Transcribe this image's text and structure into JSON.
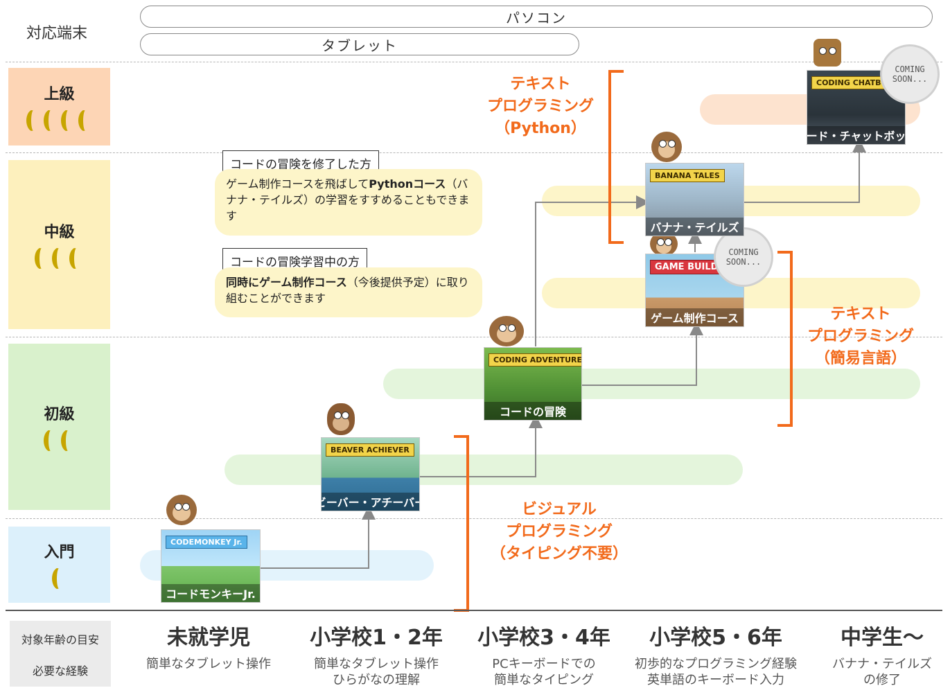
{
  "devices": {
    "label": "対応端末",
    "pc": "パソコン",
    "tablet": "タブレット"
  },
  "levels": {
    "advanced": {
      "name": "上級",
      "bananas": 4
    },
    "intermediate": {
      "name": "中級",
      "bananas": 3
    },
    "beginner": {
      "name": "初級",
      "bananas": 2
    },
    "intro": {
      "name": "入門",
      "bananas": 1
    }
  },
  "courses": {
    "monkey_jr": {
      "caption": "コードモンキーJr.",
      "logo_text": "CODEMONKEY Jr."
    },
    "beaver": {
      "caption": "ビーバー・アチーバー",
      "logo_text": "BEAVER ACHIEVER"
    },
    "adventure": {
      "caption": "コードの冒険",
      "logo_text": "CODING ADVENTURE"
    },
    "game_builder": {
      "caption": "ゲーム制作コース",
      "logo_text": "GAME BUILDER"
    },
    "banana_tales": {
      "caption": "バナナ・テイルズ",
      "logo_text": "BANANA TALES"
    },
    "chatbots": {
      "caption": "コード・チャットボット",
      "logo_text": "CODING CHATBOTS"
    }
  },
  "coming_soon": "COMING SOON...",
  "notes": {
    "completed_head": "コードの冒険を修了した方",
    "completed_body_pre": "ゲーム制作コースを飛ばして",
    "completed_body_bold": "Pythonコース",
    "completed_body_post": "（バナナ・テイルズ）の学習をすすめることもできます",
    "learning_head": "コードの冒険学習中の方",
    "learning_body_bold": "同時にゲーム制作コース",
    "learning_body_post": "（今後提供予定）に取り組むことができます"
  },
  "categories": {
    "text_python": [
      "テキスト",
      "プログラミング",
      "（Python）"
    ],
    "text_simple": [
      "テキスト",
      "プログラミング",
      "（簡易言語）"
    ],
    "visual": [
      "ビジュアル",
      "プログラミング",
      "（タイピング不要）"
    ]
  },
  "footer": {
    "header_age": "対象年齢の目安",
    "header_exp": "必要な経験",
    "columns": [
      {
        "age": "未就学児",
        "req": [
          "簡単なタブレット操作"
        ]
      },
      {
        "age": "小学校1・2年",
        "req": [
          "簡単なタブレット操作",
          "ひらがなの理解"
        ]
      },
      {
        "age": "小学校3・4年",
        "req": [
          "PCキーボードでの",
          "簡単なタイピング"
        ]
      },
      {
        "age": "小学校5・6年",
        "req": [
          "初歩的なプログラミング経験",
          "英単語のキーボード入力"
        ]
      },
      {
        "age": "中学生〜",
        "req": [
          "バナナ・テイルズ",
          "の修了"
        ]
      }
    ]
  },
  "colors": {
    "advanced_bg": "#fdd5b5",
    "intermediate_bg": "#fdf0bd",
    "beginner_bg": "#d9f1cc",
    "intro_bg": "#dcf0fb",
    "accent_orange": "#f26a1b"
  }
}
